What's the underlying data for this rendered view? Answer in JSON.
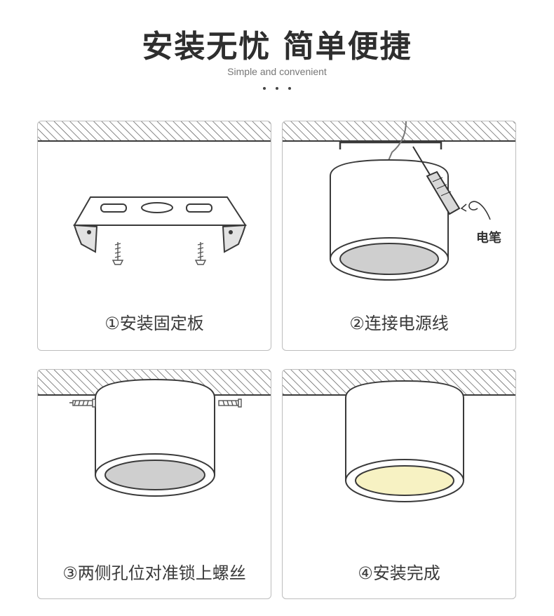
{
  "header": {
    "title": "安装无忧 简单便捷",
    "subtitle": "Simple and convenient"
  },
  "steps": [
    {
      "caption": "①安装固定板"
    },
    {
      "caption": "②连接电源线",
      "annotation": "电笔"
    },
    {
      "caption": "③两侧孔位对准锁上螺丝"
    },
    {
      "caption": "④安装完成"
    }
  ],
  "colors": {
    "lens_off": "#cfcfcf",
    "lens_on": "#f7f2c3",
    "outline": "#3a3a3a"
  }
}
